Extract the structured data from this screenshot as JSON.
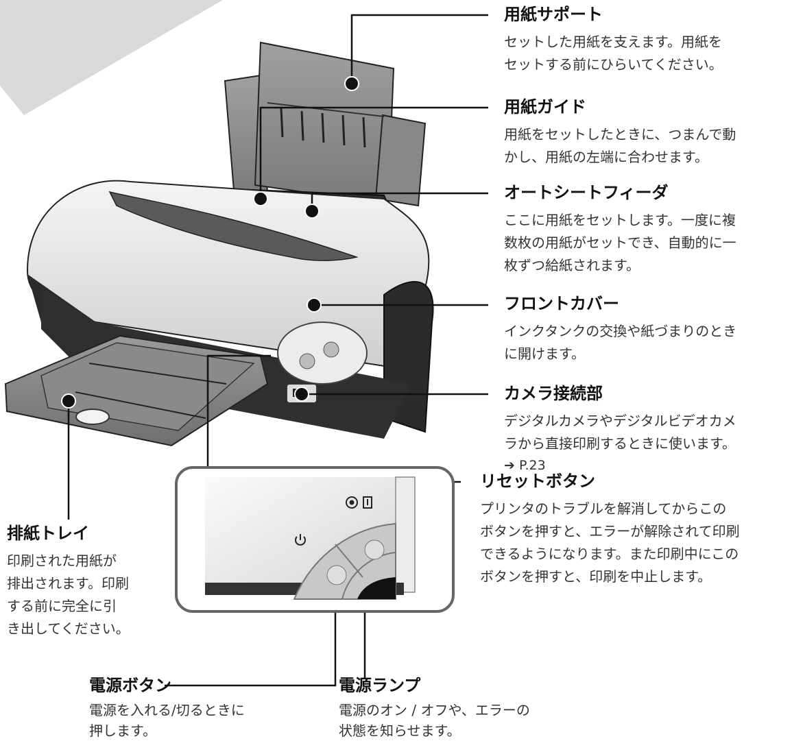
{
  "labels": {
    "paper_support": {
      "title": "用紙サポート",
      "desc": [
        "セットした用紙を支えます。用紙を",
        "セットする前にひらいてください。"
      ]
    },
    "paper_guide": {
      "title": "用紙ガイド",
      "desc": [
        "用紙をセットしたときに、つまんで動",
        "かし、用紙の左端に合わせます。"
      ]
    },
    "auto_sheet_feeder": {
      "title": "オートシートフィーダ",
      "desc": [
        "ここに用紙をセットします。一度に複",
        "数枚の用紙がセットでき、自動的に一",
        "枚ずつ給紙されます。"
      ]
    },
    "front_cover": {
      "title": "フロントカバー",
      "desc": [
        "インクタンクの交換や紙づまりのとき",
        "に開けます。"
      ]
    },
    "camera_port": {
      "title": "カメラ接続部",
      "desc": [
        "デジタルカメラやデジタルビデオカメ",
        "ラから直接印刷するときに使います。"
      ],
      "ref": "➔ P.23"
    },
    "output_tray": {
      "title": "排紙トレイ",
      "desc": [
        "印刷された用紙が",
        "排出されます。印刷",
        "する前に完全に引",
        "き出してください。"
      ]
    },
    "reset_button": {
      "title": "リセットボタン",
      "desc": [
        "プリンタのトラブルを解消してからこの",
        "ボタンを押すと、エラーが解除されて印刷",
        "できるようになります。また印刷中にこの",
        "ボタンを押すと、印刷を中止します。"
      ]
    },
    "power_button": {
      "title": "電源ボタン",
      "desc": [
        "電源を入れる/切るときに",
        "押します。"
      ]
    },
    "power_lamp": {
      "title": "電源ランプ",
      "desc": [
        "電源のオン / オフや、エラーの",
        "状態を知らせます。"
      ]
    }
  },
  "colors": {
    "accent_shape": "#d9d9d9",
    "line": "#111111",
    "printer_dark": "#2b2b2b",
    "printer_light": "#e8e8e8"
  },
  "icons": [
    "power-symbol-icon",
    "reset-symbol-icon"
  ]
}
